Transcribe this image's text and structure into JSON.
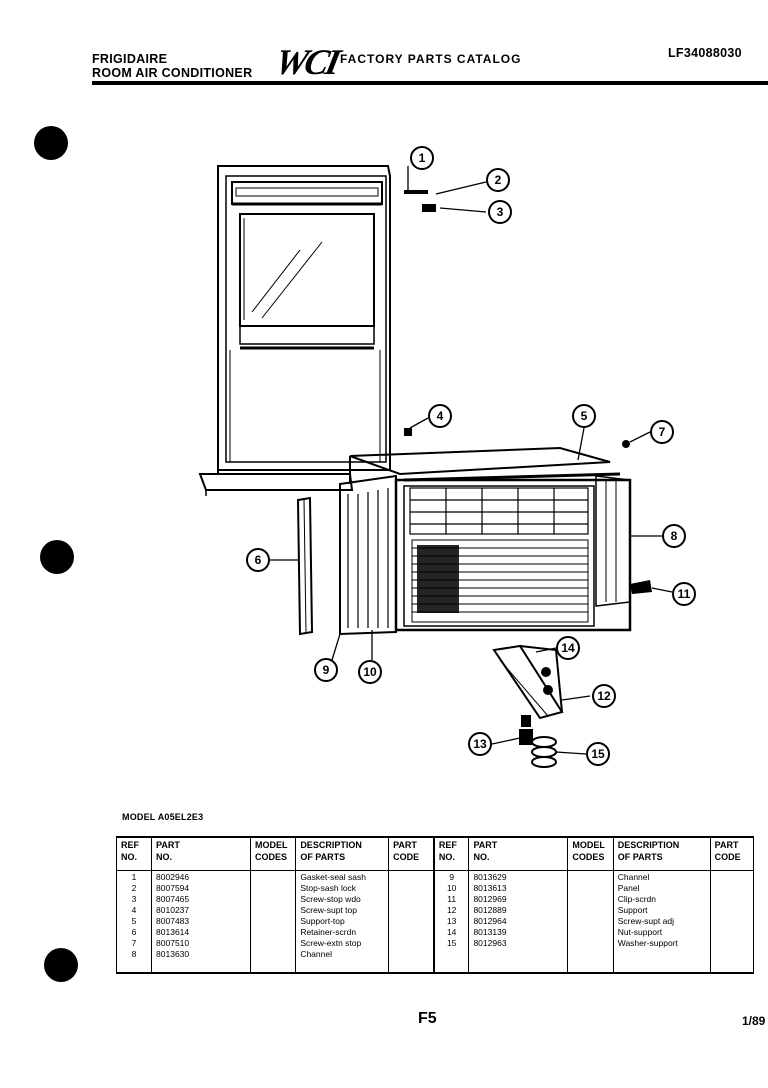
{
  "header": {
    "brand_line1": "FRIGIDAIRE",
    "brand_line2": "ROOM AIR CONDITIONER",
    "logo": "WCI",
    "catalog_title": "FACTORY PARTS CATALOG",
    "catalog_number": "LF34088030"
  },
  "callouts": [
    "1",
    "2",
    "3",
    "4",
    "5",
    "7",
    "8",
    "6",
    "11",
    "9",
    "10",
    "14",
    "12",
    "13",
    "15"
  ],
  "model_label": "MODEL A05EL2E3",
  "table": {
    "headers": {
      "ref": [
        "REF",
        "NO."
      ],
      "part": [
        "PART",
        "NO."
      ],
      "model": [
        "MODEL",
        "CODES"
      ],
      "desc": [
        "DESCRIPTION",
        "OF PARTS"
      ],
      "code": [
        "PART",
        "CODE"
      ]
    },
    "left": [
      {
        "ref": "1",
        "part": "8002946",
        "model": "",
        "desc": "Gasket-seal sash",
        "code": ""
      },
      {
        "ref": "2",
        "part": "8007594",
        "model": "",
        "desc": "Stop-sash lock",
        "code": ""
      },
      {
        "ref": "3",
        "part": "8007465",
        "model": "",
        "desc": "Screw-stop wdo",
        "code": ""
      },
      {
        "ref": "4",
        "part": "8010237",
        "model": "",
        "desc": "Screw-supt top",
        "code": ""
      },
      {
        "ref": "5",
        "part": "8007483",
        "model": "",
        "desc": "Support-top",
        "code": ""
      },
      {
        "ref": "6",
        "part": "8013614",
        "model": "",
        "desc": "Retainer-scrdn",
        "code": ""
      },
      {
        "ref": "7",
        "part": "8007510",
        "model": "",
        "desc": "Screw-extn stop",
        "code": ""
      },
      {
        "ref": "8",
        "part": "8013630",
        "model": "",
        "desc": "Channel",
        "code": ""
      }
    ],
    "right": [
      {
        "ref": "9",
        "part": "8013629",
        "model": "",
        "desc": "Channel",
        "code": ""
      },
      {
        "ref": "10",
        "part": "8013613",
        "model": "",
        "desc": "Panel",
        "code": ""
      },
      {
        "ref": "11",
        "part": "8012969",
        "model": "",
        "desc": "Clip-scrdn",
        "code": ""
      },
      {
        "ref": "12",
        "part": "8012889",
        "model": "",
        "desc": "Support",
        "code": ""
      },
      {
        "ref": "13",
        "part": "8012964",
        "model": "",
        "desc": "Screw-supt adj",
        "code": ""
      },
      {
        "ref": "14",
        "part": "8013139",
        "model": "",
        "desc": "Nut-support",
        "code": ""
      },
      {
        "ref": "15",
        "part": "8012963",
        "model": "",
        "desc": "Washer-support",
        "code": ""
      }
    ]
  },
  "footer": {
    "page": "F5",
    "date": "1/89"
  }
}
